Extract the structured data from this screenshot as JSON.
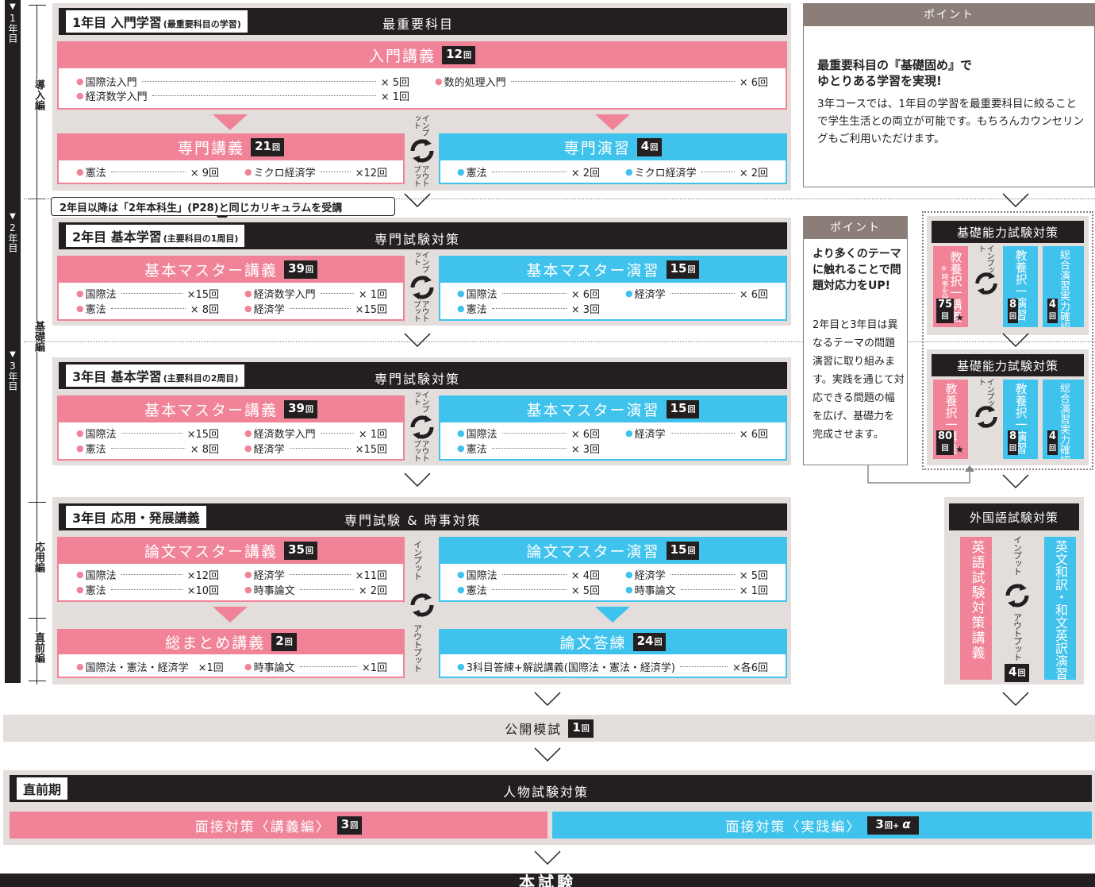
{
  "sidebar": {
    "year1": "1年目",
    "year2": "2年目",
    "year3": "3年目"
  },
  "sections": {
    "intro": "導入編",
    "basic": "基礎編",
    "applied": "応用編",
    "final": "直前編"
  },
  "y1": {
    "tag": "1年目 入門学習",
    "tag_small": "(最重要科目の学習)",
    "center": "最重要科目",
    "lecture": {
      "title": "入門講義",
      "count": "12",
      "unit": "回",
      "items": [
        {
          "name": "国際法入門",
          "count": "× 5回"
        },
        {
          "name": "数的処理入門",
          "count": "× 6回"
        },
        {
          "name": "経済数学入門",
          "count": "× 1回"
        }
      ]
    },
    "spec_lecture": {
      "title": "専門講義",
      "count": "21",
      "unit": "回",
      "items": [
        {
          "name": "憲法",
          "count": "× 9回"
        },
        {
          "name": "ミクロ経済学",
          "count": "×12回"
        }
      ]
    },
    "spec_practice": {
      "title": "専門演習",
      "count": "4",
      "unit": "回",
      "items": [
        {
          "name": "憲法",
          "count": "× 2回"
        },
        {
          "name": "ミクロ経済学",
          "count": "× 2回"
        }
      ]
    }
  },
  "io": {
    "input": "インプット",
    "output": "アウトプット"
  },
  "callout": "2年目以降は「2年本科生」(P28)と同じカリキュラムを受講",
  "y2": {
    "tag": "2年目 基本学習",
    "tag_small": "(主要科目の1周目)",
    "center": "専門試験対策",
    "lecture": {
      "title": "基本マスター講義",
      "count": "39",
      "unit": "回",
      "items": [
        {
          "name": "国際法",
          "count": "×15回"
        },
        {
          "name": "経済数学入門",
          "count": "× 1回"
        },
        {
          "name": "憲法",
          "count": "× 8回"
        },
        {
          "name": "経済学",
          "count": "×15回"
        }
      ]
    },
    "practice": {
      "title": "基本マスター演習",
      "count": "15",
      "unit": "回",
      "items": [
        {
          "name": "国際法",
          "count": "× 6回"
        },
        {
          "name": "経済学",
          "count": "× 6回"
        },
        {
          "name": "憲法",
          "count": "× 3回"
        }
      ]
    }
  },
  "y3": {
    "tag": "3年目 基本学習",
    "tag_small": "(主要科目の2周目)",
    "center": "専門試験対策",
    "lecture": {
      "title": "基本マスター講義",
      "count": "39",
      "unit": "回",
      "items": [
        {
          "name": "国際法",
          "count": "×15回"
        },
        {
          "name": "経済数学入門",
          "count": "× 1回"
        },
        {
          "name": "憲法",
          "count": "× 8回"
        },
        {
          "name": "経済学",
          "count": "×15回"
        }
      ]
    },
    "practice": {
      "title": "基本マスター演習",
      "count": "15",
      "unit": "回",
      "items": [
        {
          "name": "国際法",
          "count": "× 6回"
        },
        {
          "name": "経済学",
          "count": "× 6回"
        },
        {
          "name": "憲法",
          "count": "× 3回"
        }
      ]
    }
  },
  "y3app": {
    "tag": "3年目 応用・発展講義",
    "center": "専門試験 & 時事対策",
    "lecture": {
      "title": "論文マスター講義",
      "count": "35",
      "unit": "回",
      "items": [
        {
          "name": "国際法",
          "count": "×12回"
        },
        {
          "name": "経済学",
          "count": "×11回"
        },
        {
          "name": "憲法",
          "count": "×10回"
        },
        {
          "name": "時事論文",
          "count": "× 2回"
        }
      ]
    },
    "practice": {
      "title": "論文マスター演習",
      "count": "15",
      "unit": "回",
      "items": [
        {
          "name": "国際法",
          "count": "× 4回"
        },
        {
          "name": "経済学",
          "count": "× 5回"
        },
        {
          "name": "憲法",
          "count": "× 5回"
        },
        {
          "name": "時事論文",
          "count": "× 1回"
        }
      ]
    },
    "summary": {
      "title": "総まとめ講義",
      "count": "2",
      "unit": "回",
      "items": [
        {
          "name": "国際法・憲法・経済学",
          "count": "×1回"
        },
        {
          "name": "時事論文",
          "count": "×1回"
        }
      ]
    },
    "answer": {
      "title": "論文答練",
      "count": "24",
      "unit": "回",
      "items": [
        {
          "name": "3科目答練+解説講義(国際法・憲法・経済学)",
          "count": "×各6回"
        }
      ]
    }
  },
  "point1": {
    "header": "ポイント",
    "headline1": "最重要科目の『基礎固め』で",
    "headline2": "ゆとりある学習を実現!",
    "body": "3年コースでは、1年目の学習を最重要科目に絞ることで学生生活との両立が可能です。もちろんカウンセリングもご利用いただけます。"
  },
  "point2": {
    "header": "ポイント",
    "headline": "より多くのテーマに触れることで問題対応力をUP!",
    "body": "2年目と3年目は異なるテーマの問題演習に取り組みます。実践を通じて対応できる問題の幅を広げ、基礎力を完成させます。"
  },
  "kiso1": {
    "header": "基礎能力試験対策",
    "col1": "教養択一講義",
    "col1_note": "※時事を除く",
    "col1_count": "75",
    "col2": "教養択一演習",
    "col2_count": "8",
    "col3": "総合演習実力確認テスト",
    "col3_count": "4",
    "star": "★",
    "unit": "回"
  },
  "kiso2": {
    "header": "基礎能力試験対策",
    "col1": "教養択一講義",
    "col1_count": "80",
    "col2": "教養択一演習",
    "col2_count": "8",
    "col3": "総合演習実力確認テスト",
    "col3_count": "4",
    "star": "★",
    "unit": "回"
  },
  "foreign": {
    "header": "外国語試験対策",
    "col1": "英語試験対策講義",
    "col2": "英文和訳・和文英訳演習",
    "count": "4",
    "unit": "回"
  },
  "mock": {
    "title": "公開模試",
    "count": "1",
    "unit": "回"
  },
  "final": {
    "tag": "直前期",
    "center": "人物試験対策",
    "left": {
      "title": "面接対策〈講義編〉",
      "count": "3",
      "unit": "回"
    },
    "right": {
      "title": "面接対策〈実践編〉",
      "count": "3",
      "unit": "回+",
      "alpha": "α"
    }
  },
  "exam": "本試験",
  "colors": {
    "pink": "#f08397",
    "blue": "#3fc2ec",
    "black": "#231f20",
    "gray": "#e3dedb",
    "point_gray": "#8b7e78"
  }
}
